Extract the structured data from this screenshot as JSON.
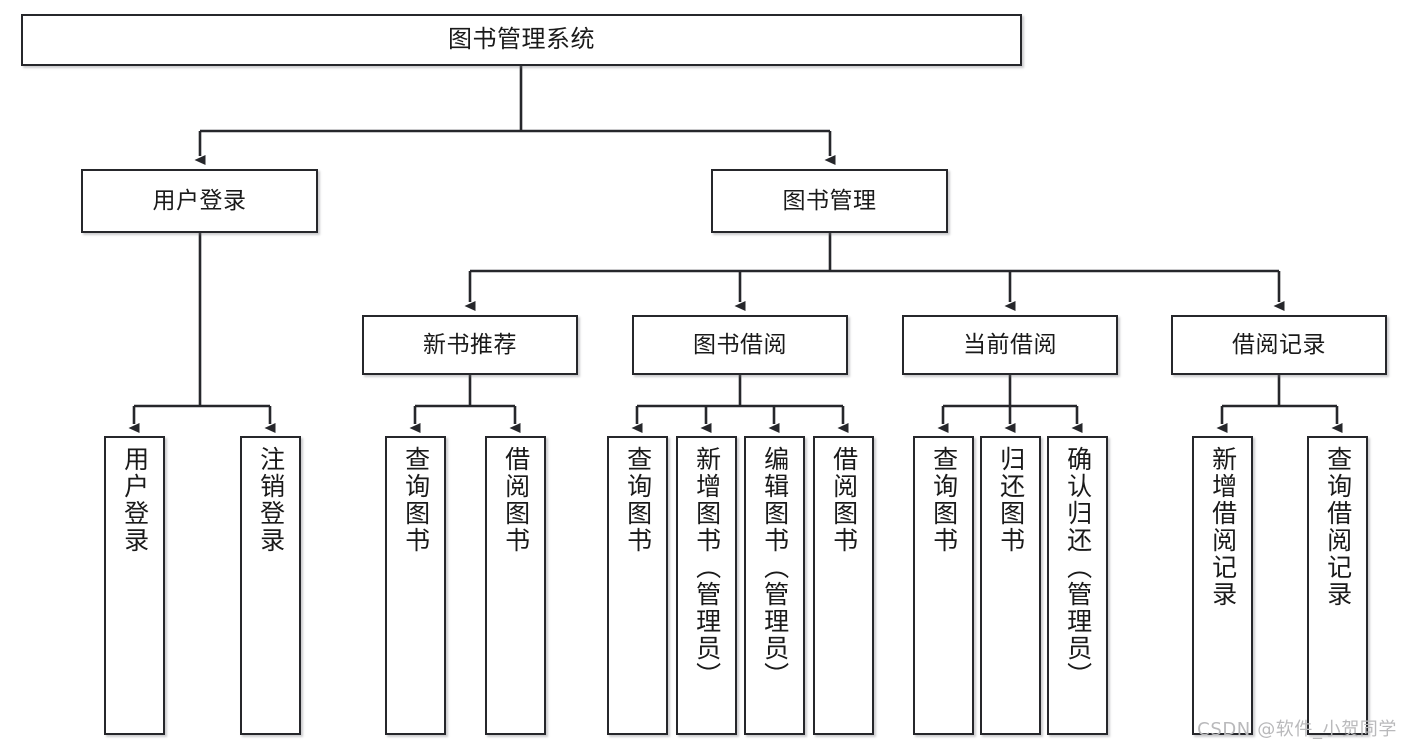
{
  "diagram": {
    "title": "图书管理系统",
    "type": "tree",
    "style": {
      "box_border_color": "#26272b",
      "box_fill_color": "#ffffff",
      "edge_color": "#26272b",
      "text_color": "#1a1a1a",
      "watermark_color": "#b9b9bb"
    },
    "watermark": "CSDN @软件_小贺同学",
    "nodes": {
      "root": {
        "label": "图书管理系统"
      },
      "level2": [
        {
          "id": "user-login",
          "label": "用户登录"
        },
        {
          "id": "book-manage",
          "label": "图书管理"
        }
      ],
      "level3": [
        {
          "id": "new-book-rec",
          "label": "新书推荐"
        },
        {
          "id": "book-borrow",
          "label": "图书借阅"
        },
        {
          "id": "current-borrow",
          "label": "当前借阅"
        },
        {
          "id": "borrow-record",
          "label": "借阅记录"
        }
      ],
      "leaves": {
        "user-login": [
          {
            "id": "leaf-user-login",
            "label": "用户登录"
          },
          {
            "id": "leaf-logout",
            "label": "注销登录"
          }
        ],
        "new-book-rec": [
          {
            "id": "leaf-query-book-1",
            "label": "查询图书"
          },
          {
            "id": "leaf-borrow-book-1",
            "label": "借阅图书"
          }
        ],
        "book-borrow": [
          {
            "id": "leaf-query-book-2",
            "label": "查询图书"
          },
          {
            "id": "leaf-add-book",
            "label": "新增图书（管理员）"
          },
          {
            "id": "leaf-edit-book",
            "label": "编辑图书（管理员）"
          },
          {
            "id": "leaf-borrow-book-2",
            "label": "借阅图书"
          }
        ],
        "current-borrow": [
          {
            "id": "leaf-query-book-3",
            "label": "查询图书"
          },
          {
            "id": "leaf-return-book",
            "label": "归还图书"
          },
          {
            "id": "leaf-confirm-return",
            "label": "确认归还（管理员）"
          }
        ],
        "borrow-record": [
          {
            "id": "leaf-add-record",
            "label": "新增借阅记录"
          },
          {
            "id": "leaf-query-record",
            "label": "查询借阅记录"
          }
        ]
      }
    },
    "edges": [
      {
        "from": "图书管理系统",
        "to": "用户登录"
      },
      {
        "from": "图书管理系统",
        "to": "图书管理"
      },
      {
        "from": "图书管理",
        "to": "新书推荐"
      },
      {
        "from": "图书管理",
        "to": "图书借阅"
      },
      {
        "from": "图书管理",
        "to": "当前借阅"
      },
      {
        "from": "图书管理",
        "to": "借阅记录"
      },
      {
        "from": "用户登录",
        "to": "用户登录"
      },
      {
        "from": "用户登录",
        "to": "注销登录"
      },
      {
        "from": "新书推荐",
        "to": "查询图书"
      },
      {
        "from": "新书推荐",
        "to": "借阅图书"
      },
      {
        "from": "图书借阅",
        "to": "查询图书"
      },
      {
        "from": "图书借阅",
        "to": "新增图书（管理员）"
      },
      {
        "from": "图书借阅",
        "to": "编辑图书（管理员）"
      },
      {
        "from": "图书借阅",
        "to": "借阅图书"
      },
      {
        "from": "当前借阅",
        "to": "查询图书"
      },
      {
        "from": "当前借阅",
        "to": "归还图书"
      },
      {
        "from": "当前借阅",
        "to": "确认归还（管理员）"
      },
      {
        "from": "借阅记录",
        "to": "新增借阅记录"
      },
      {
        "from": "借阅记录",
        "to": "查询借阅记录"
      }
    ]
  }
}
